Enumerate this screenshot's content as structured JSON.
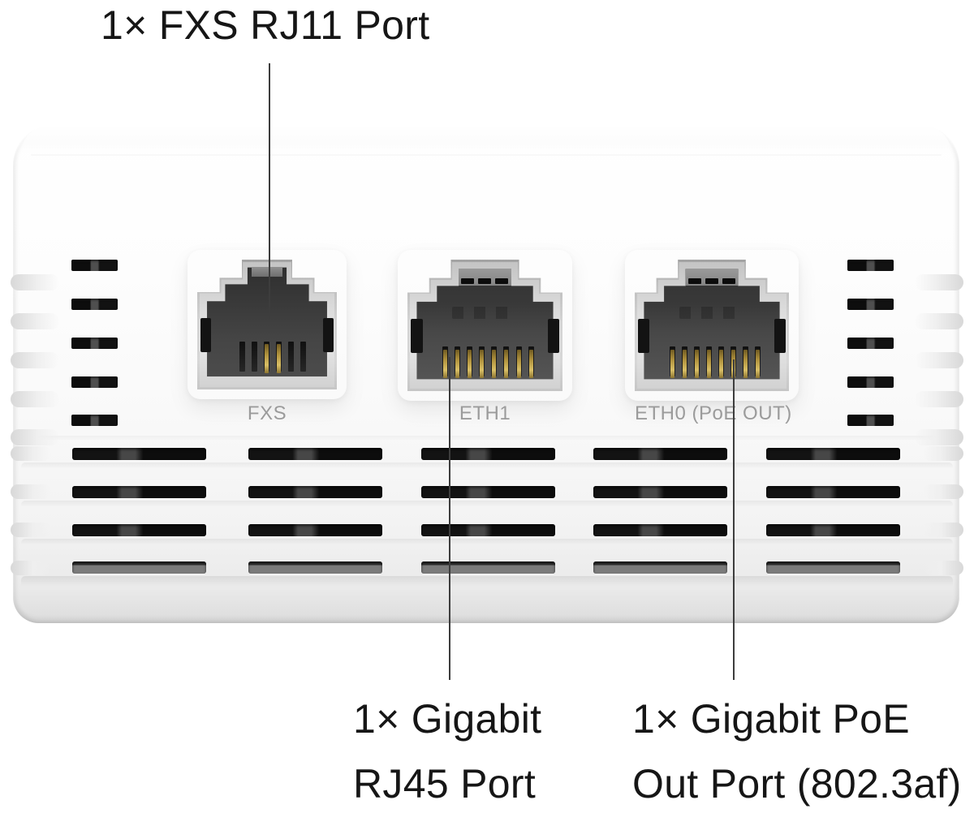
{
  "annotations": {
    "fxs_callout": "1× FXS RJ11 Port",
    "rj45_callout_line1": "1× Gigabit",
    "rj45_callout_line2": "RJ45 Port",
    "poe_callout_line1": "1× Gigabit PoE",
    "poe_callout_line2": "Out Port (802.3af)"
  },
  "ports": {
    "fxs": {
      "label": "FXS",
      "type": "RJ11"
    },
    "eth1": {
      "label": "ETH1",
      "type": "RJ45"
    },
    "eth0": {
      "label": "ETH0 (PoE OUT)",
      "type": "RJ45"
    }
  },
  "colors": {
    "background": "#ffffff",
    "device_body": "#f7f7f7",
    "annotation_text": "#161616",
    "port_label_text": "#9b9b9b",
    "leader_line": "#3d3d3d",
    "port_bezel": "#d4d4d4",
    "port_cavity": "#454545",
    "pin_gold": "#c2a24c",
    "vent_slot": "#161616"
  }
}
